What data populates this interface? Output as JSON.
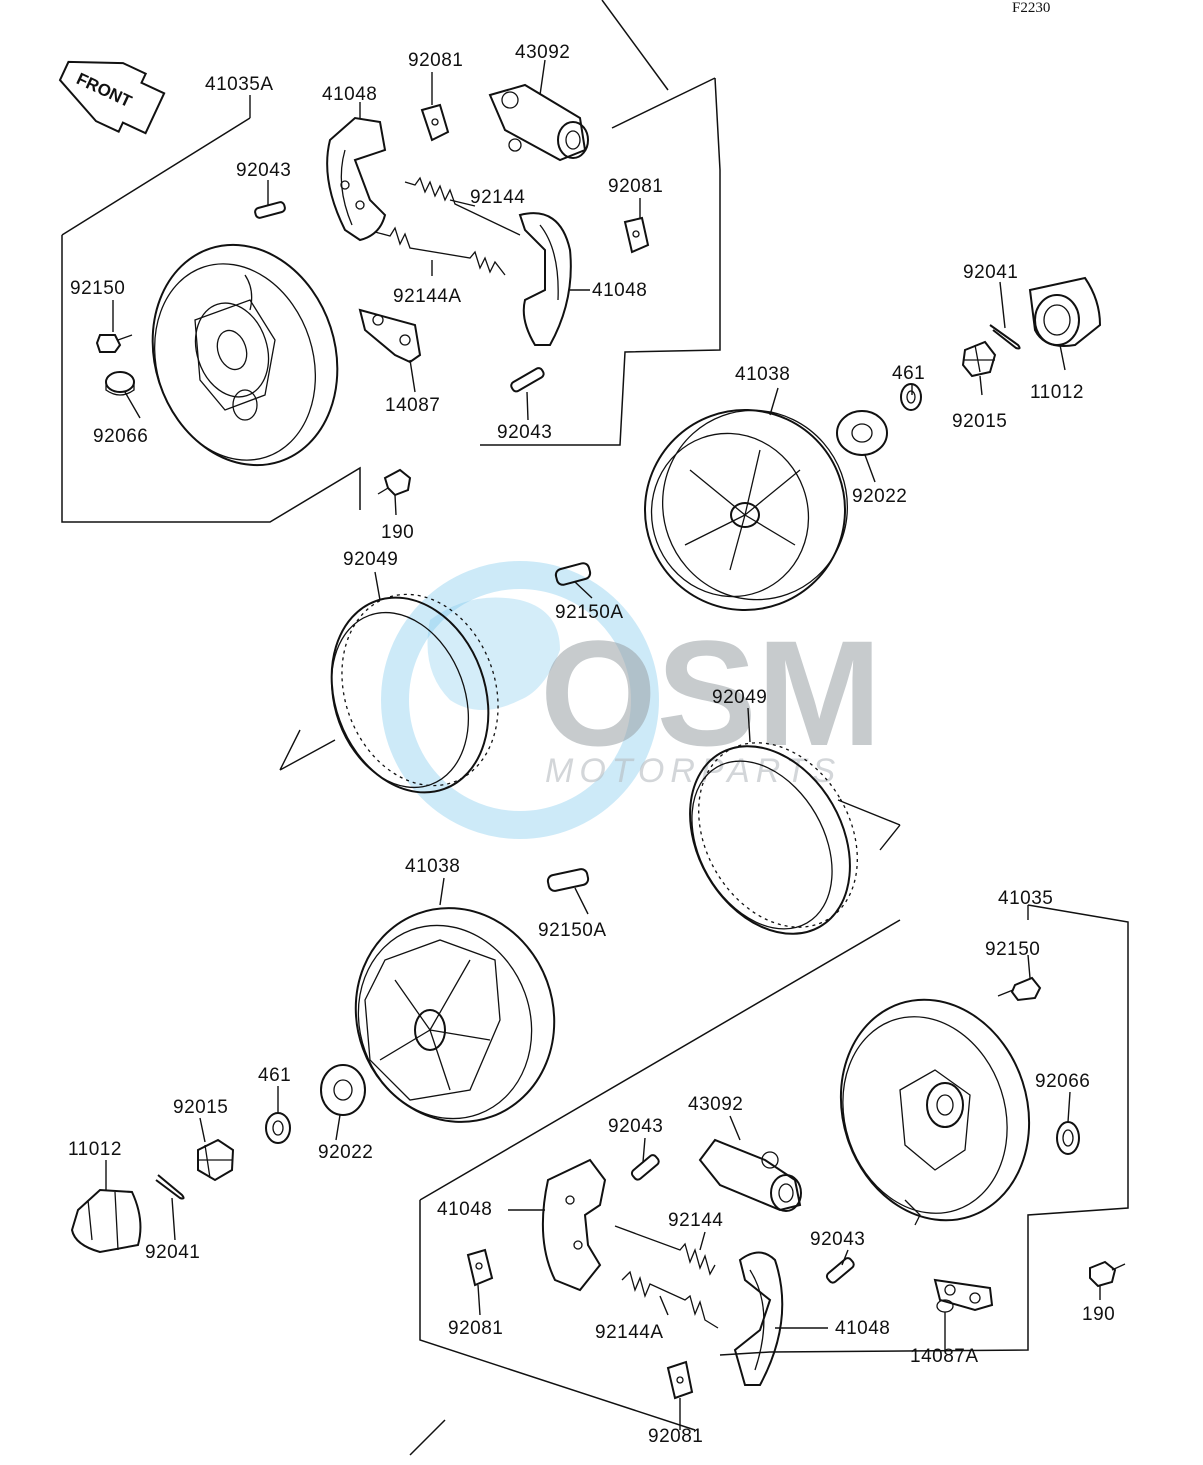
{
  "diagram": {
    "code": "F2230",
    "front_label": "FRONT",
    "watermark": {
      "brand": "OSM",
      "subtitle": "MOTORPARTS"
    },
    "parts": {
      "assy_left": "41035A",
      "assy_right": "41035",
      "shoe_tl": "41048",
      "shoe_tr": "41048",
      "shoe_bl": "41048",
      "shoe_br": "41048",
      "clip_t1": "92081",
      "clip_t2": "92081",
      "clip_b1": "92081",
      "clip_b2": "92081",
      "cyl_t": "43092",
      "cyl_b": "43092",
      "pin_t1": "92043",
      "pin_t2": "92043",
      "pin_b1": "92043",
      "pin_b2": "92043",
      "spring_t": "92144",
      "spring_ta": "92144A",
      "spring_b": "92144",
      "spring_ba": "92144A",
      "bolt_t": "92150",
      "bolt_b": "92150",
      "plug_t": "92066",
      "plug_b": "92066",
      "plate_t": "14087",
      "plate_b": "14087A",
      "screw_t": "190",
      "screw_b": "190",
      "drum_t": "41038",
      "drum_b": "41038",
      "washer_t": "92022",
      "washer_b": "92022",
      "lockw_t": "461",
      "lockw_b": "461",
      "nut_t": "92015",
      "nut_b": "92015",
      "cotter_t": "92041",
      "cotter_b": "92041",
      "cap_t": "11012",
      "cap_b": "11012",
      "seal_t": "92049",
      "seal_b": "92049",
      "stud_t": "92150A",
      "stud_b": "92150A"
    }
  }
}
